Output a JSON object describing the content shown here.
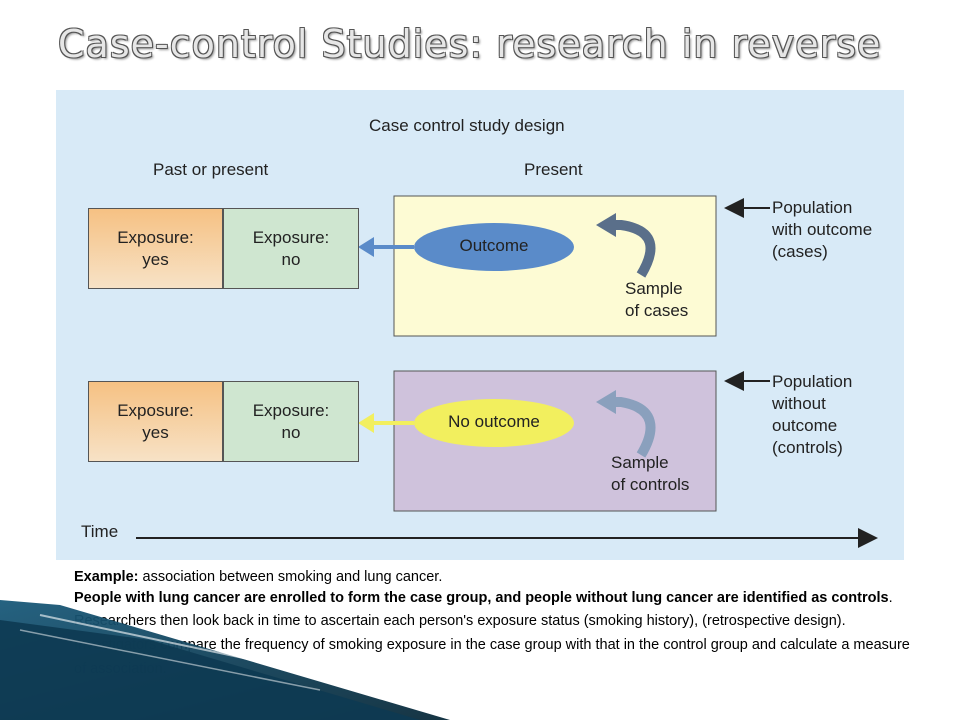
{
  "slide": {
    "title": "Case-control Studies: research in reverse"
  },
  "diagram": {
    "heading": "Case control study design",
    "col_past": "Past or present",
    "col_present": "Present",
    "time_label": "Time",
    "row_cases": {
      "exposure_yes": "Exposure:\nyes",
      "exposure_no": "Exposure:\nno",
      "ellipse": "Outcome",
      "sample": "Sample\nof cases",
      "population": "Population\nwith outcome\n(cases)"
    },
    "row_controls": {
      "exposure_yes": "Exposure:\nyes",
      "exposure_no": "Exposure:\nno",
      "ellipse": "No outcome",
      "sample": "Sample\nof controls",
      "population": "Population\nwithout\noutcome\n(controls)"
    },
    "colors": {
      "background": "#d8eaf7",
      "cases_box": "#fdfbd4",
      "controls_box": "#cfc2dc",
      "outcome_ellipse": "#5a8bc9",
      "no_outcome_ellipse": "#f2ef5e",
      "exposure_yes": "#f6c183",
      "exposure_no": "#cfe6d0"
    }
  },
  "caption": {
    "example_label": "Example:",
    "example_text": " association between smoking and lung cancer.",
    "bold_sentence": "People with lung cancer are enrolled to form the case group, and people without lung cancer are identified as controls",
    "bold_end": ".",
    "line3": "Researchers then look back in time to ascertain each person's exposure status (smoking history), (retrospective design). Investigators compare the frequency of smoking exposure in the case group with that in the control group and calculate a measure of association."
  }
}
